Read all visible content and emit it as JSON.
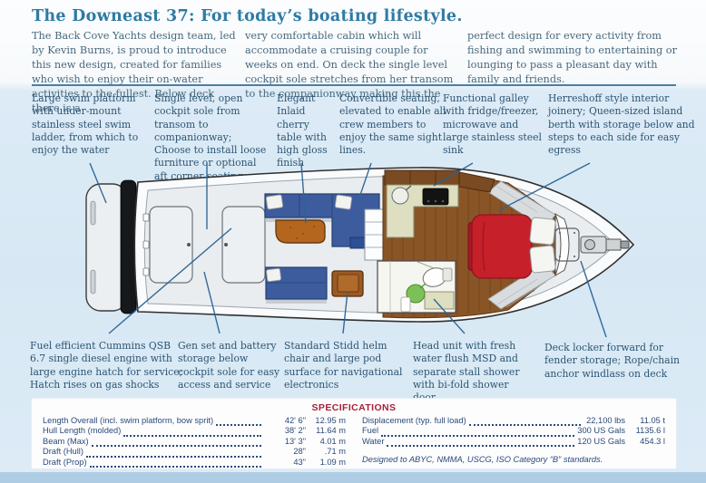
{
  "page": {
    "title": "The Downeast 37: For today’s boating lifestyle.",
    "intro_columns": [
      "The Back Cove Yachts design team, led by Kevin Burns, is proud to introduce this new design, created for families who wish to enjoy their on-water activities to the fullest. Below deck there is a",
      "very comfortable cabin which will accommodate a cruising couple for weeks on end. On deck the single level cockpit sole stretches from her transom to the companionway making this the",
      "perfect design for every activity from fishing and swimming to entertaining or lounging to pass a pleasant day with family and friends."
    ]
  },
  "callouts_top": [
    {
      "text": "Large swim platform with under-mount stainless steel swim ladder, from which to enjoy the water"
    },
    {
      "text": "Single level, open cockpit sole from transom to companionway; Choose to install loose furniture or optional aft corner seating."
    },
    {
      "text": "Elegant Inlaid cherry table with high gloss finish"
    },
    {
      "text": "Convertible seating, elevated to enable all crew members to enjoy the same sight lines."
    },
    {
      "text": "Functional galley with fridge/freezer, microwave and large stainless steel sink"
    },
    {
      "text": "Herreshoff style interior joinery; Queen-sized island berth with storage below and steps to each side for easy egress"
    }
  ],
  "callouts_bottom": [
    {
      "text": "Fuel efficient Cummins QSB 6.7 single diesel engine with large engine hatch for service; Hatch rises on gas shocks"
    },
    {
      "text": "Gen set and battery storage below cockpit sole for easy access and service"
    },
    {
      "text": "Standard Stidd helm chair and large pod surface for navigational electronics"
    },
    {
      "text": "Head unit with fresh water flush MSD and separate stall shower with bi-fold shower door"
    },
    {
      "text": "Deck locker forward for fender storage; Rope/chain anchor windlass on deck"
    }
  ],
  "specifications": {
    "heading": "SPECIFICATIONS",
    "left": [
      {
        "label": "Length Overall (incl. swim platform, bow sprit)",
        "imperial": "42' 6\"",
        "metric": "12.95 m"
      },
      {
        "label": "Hull Length (molded)",
        "imperial": "38' 2\"",
        "metric": "11.64 m"
      },
      {
        "label": "Beam (Max)",
        "imperial": "13' 3\"",
        "metric": "4.01 m"
      },
      {
        "label": "Draft (Hull)",
        "imperial": "28\"",
        "metric": ".71 m"
      },
      {
        "label": "Draft (Prop)",
        "imperial": "43\"",
        "metric": "1.09 m"
      }
    ],
    "right": [
      {
        "label": "Displacement (typ. full load)",
        "imperial": "22,100 lbs",
        "metric": "11.05 t"
      },
      {
        "label": "Fuel",
        "imperial": "300 US Gals",
        "metric": "1135.6 l"
      },
      {
        "label": "Water",
        "imperial": "120 US Gals",
        "metric": "454.3 l"
      }
    ],
    "footnote": "Designed to ABYC, NMMA, USCG, ISO Category “B” standards."
  },
  "colors": {
    "title_teal": "#2e7ba3",
    "body_text": "#48687c",
    "callout_text": "#2c5472",
    "rule_blue": "#4c7fa3",
    "leader_blue": "#2a6496",
    "spec_red": "#a62239",
    "spec_navy": "#2b4a7a",
    "page_blue": "#d7e8f4",
    "settee_blue": "#3d5c9e",
    "berth_red": "#c6202b",
    "wood_brown": "#8a5526",
    "cherry": "#b4661f"
  }
}
